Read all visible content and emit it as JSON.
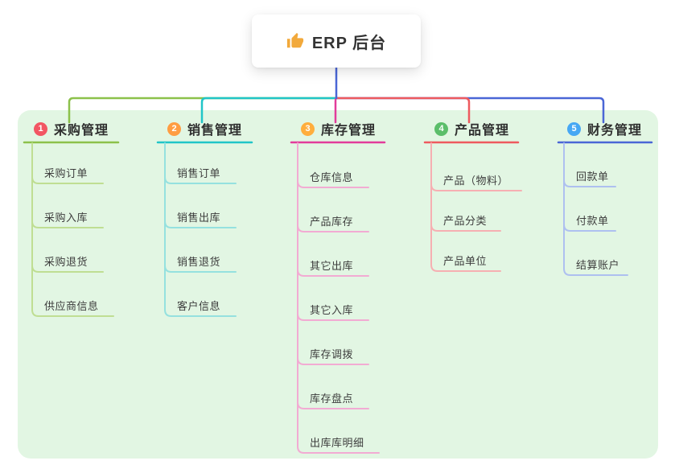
{
  "root": {
    "title": "ERP 后台",
    "icon": "thumbs-up"
  },
  "canvas": {
    "background": "#FFFFFF",
    "panel_color": "#E2F6E3"
  },
  "branches": [
    {
      "badge": "1",
      "label": "采购管理",
      "color": "#8CC14B",
      "light_color": "#BFDE93",
      "badge_color": "#F25663",
      "children": [
        "采购订单",
        "采购入库",
        "采购退货",
        "供应商信息"
      ]
    },
    {
      "badge": "2",
      "label": "销售管理",
      "color": "#20C5C8",
      "light_color": "#95E1DF",
      "badge_color": "#FF9D42",
      "children": [
        "销售订单",
        "销售出库",
        "销售退货",
        "客户信息"
      ]
    },
    {
      "badge": "3",
      "label": "库存管理",
      "color": "#E23C9B",
      "light_color": "#F2ABD3",
      "badge_color": "#FFAE3D",
      "children": [
        "仓库信息",
        "产品库存",
        "其它出库",
        "其它入库",
        "库存调拨",
        "库存盘点",
        "出库库明细"
      ]
    },
    {
      "badge": "4",
      "label": "产品管理",
      "color": "#EE5A5E",
      "light_color": "#F6AFB2",
      "badge_color": "#5BBE6A",
      "children": [
        "产品（物料）",
        "产品分类",
        "产品单位"
      ]
    },
    {
      "badge": "5",
      "label": "财务管理",
      "color": "#4A66D6",
      "light_color": "#AEC0F0",
      "badge_color": "#47A8F4",
      "children": [
        "回款单",
        "付款单",
        "结算账户"
      ]
    }
  ]
}
